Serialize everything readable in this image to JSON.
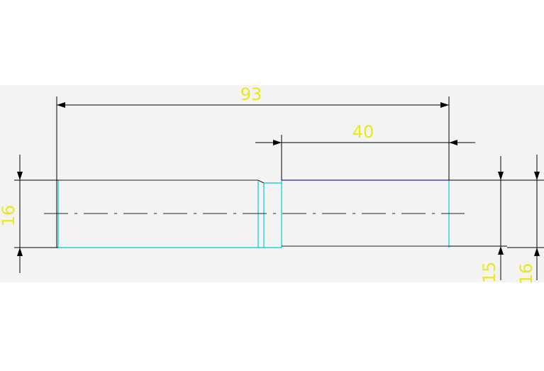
{
  "dimensions": {
    "overall_length": "93",
    "right_section_length": "40",
    "left_diameter": "16",
    "right_diameter": "15",
    "far_right_diameter": "16"
  },
  "colors": {
    "paper_band": "#f3f3f3",
    "dimension_line": "#000000",
    "dimension_text": "#e8e81a",
    "part_outline": "#00cccc",
    "edge_line": "#222222",
    "top_edge_right": "#5a3bb5"
  }
}
